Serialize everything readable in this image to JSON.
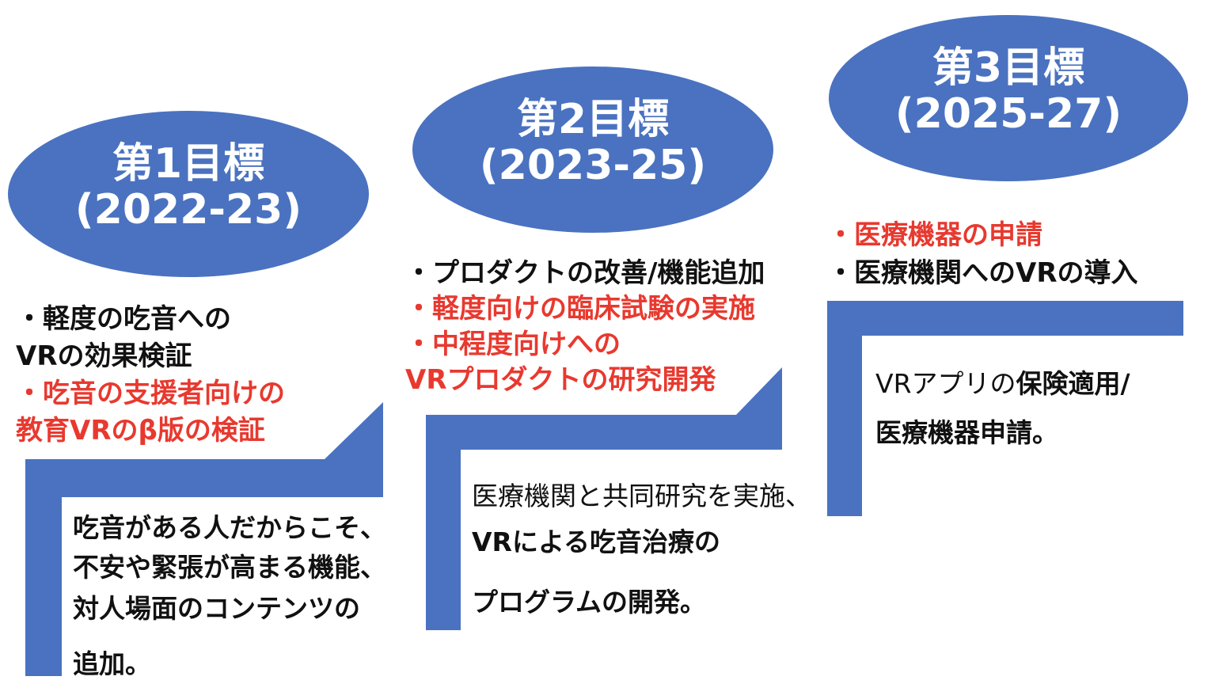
{
  "colors": {
    "shape": "#4a72c0",
    "accent_red": "#e8392f",
    "text": "#111111"
  },
  "goals": [
    {
      "title": "第1目標",
      "period": "(2022-23)",
      "bullets": [
        {
          "text": "・軽度の吃音への",
          "color": "black"
        },
        {
          "text": "VRの効果検証",
          "color": "black"
        },
        {
          "text": "・吃音の支援者向けの",
          "color": "red"
        },
        {
          "text": "教育VRのβ版の検証",
          "color": "red"
        }
      ],
      "description": [
        "吃音がある人だからこそ、",
        "不安や緊張が高まる機能、",
        "対人場面のコンテンツの",
        "追加。"
      ]
    },
    {
      "title": "第2目標",
      "period": "(2023-25)",
      "bullets": [
        {
          "text": "・プロダクトの改善/機能追加",
          "color": "black"
        },
        {
          "text": "・軽度向けの臨床試験の実施",
          "color": "red"
        },
        {
          "text": "・中程度向けへの",
          "color": "red"
        },
        {
          "text": "VRプロダクトの研究開発",
          "color": "red"
        }
      ],
      "description": [
        "医療機関と共同研究を実施、",
        "VRによる吃音治療の",
        "プログラムの開発。"
      ]
    },
    {
      "title": "第3目標",
      "period": "(2025-27)",
      "bullets": [
        {
          "text": "・医療機器の申請",
          "color": "red"
        },
        {
          "text": "・医療機関へのVRの導入",
          "color": "black"
        }
      ],
      "description": [
        "VRアプリの",
        "保険適用/",
        "医療機器申請。"
      ]
    }
  ]
}
